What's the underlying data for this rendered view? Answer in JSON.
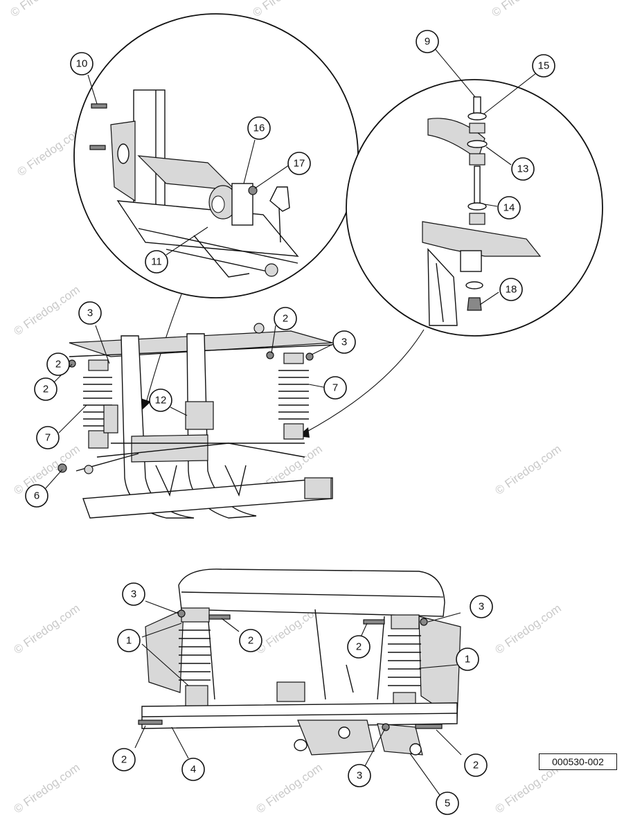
{
  "diagram_id": "000530-002",
  "watermark": "© Firedog.com",
  "callouts": {
    "top_left_detail": [
      "10",
      "16",
      "17",
      "11"
    ],
    "top_right_detail": [
      "9",
      "15",
      "13",
      "14",
      "18"
    ],
    "upper_assembly": [
      "3",
      "2",
      "2",
      "3",
      "2",
      "7",
      "7",
      "12",
      "6"
    ],
    "lower_assembly": [
      "3",
      "2",
      "3",
      "1",
      "2",
      "1",
      "2",
      "4",
      "3",
      "5",
      "2"
    ]
  }
}
